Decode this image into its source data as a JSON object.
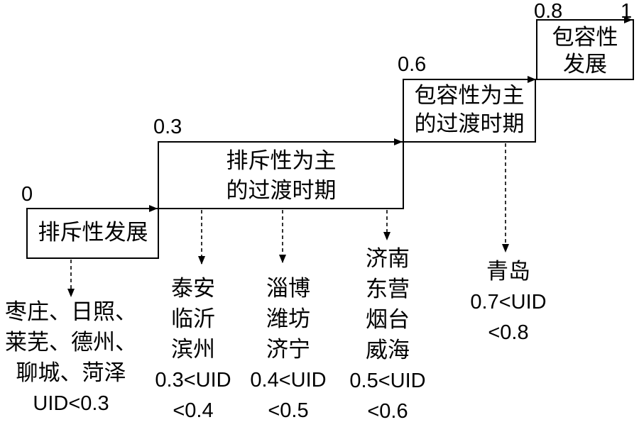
{
  "thresholds": {
    "t0": "0",
    "t03": "0.3",
    "t06": "0.6",
    "t08": "0.8",
    "t1": "1"
  },
  "stages": {
    "stage1": "排斥性发展",
    "stage2_line1": "排斥性为主",
    "stage2_line2": "的过渡时期",
    "stage3_line1": "包容性为主",
    "stage3_line2": "的过渡时期",
    "stage4_line1": "包容性",
    "stage4_line2": "发展"
  },
  "groups": {
    "g1": {
      "cities": [
        "枣庄、日照、",
        "莱芜、德州、",
        "聊城、菏泽"
      ],
      "range": [
        "UID<0.3"
      ]
    },
    "g2": {
      "cities": [
        "泰安",
        "临沂",
        "滨州"
      ],
      "range": [
        "0.3<UID",
        "<0.4"
      ]
    },
    "g3": {
      "cities": [
        "淄博",
        "潍坊",
        "济宁"
      ],
      "range": [
        "0.4<UID",
        "<0.5"
      ]
    },
    "g4": {
      "cities": [
        "济南",
        "东营",
        "烟台",
        "威海"
      ],
      "range": [
        "0.5<UID",
        "<0.6"
      ]
    },
    "g5": {
      "cities": [
        "青岛"
      ],
      "range": [
        "0.7<UID",
        "<0.8"
      ]
    }
  }
}
